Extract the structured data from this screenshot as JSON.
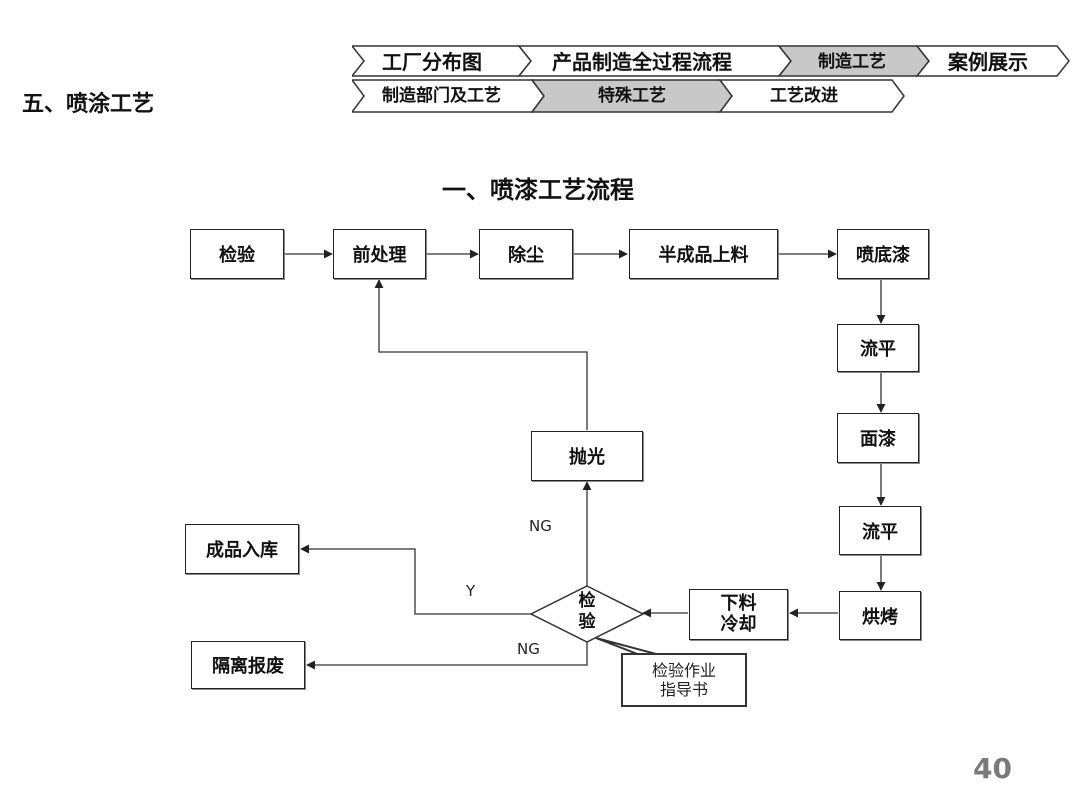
{
  "section": {
    "title": "五、喷涂工艺"
  },
  "breadcrumb": {
    "row1": [
      "工厂分布图",
      "产品制造全过程流程",
      "制造工艺",
      "案例展示"
    ],
    "row2": [
      "制造部门及工艺",
      "特殊工艺",
      "工艺改进"
    ],
    "active_fill": "#c8c8c8"
  },
  "diagram": {
    "title": "一、喷漆工艺流程",
    "nodes": {
      "inspect": "检验",
      "pretreat": "前处理",
      "dedust": "除尘",
      "load": "半成品上料",
      "primer": "喷底漆",
      "level1": "流平",
      "topcoat": "面漆",
      "level2": "流平",
      "bake": "烘烤",
      "cool_line1": "下料",
      "cool_line2": "冷却",
      "check_line1": "检",
      "check_line2": "验",
      "polish": "抛光",
      "store": "成品入库",
      "scrap": "隔离报废"
    },
    "labels": {
      "ng_up": "NG",
      "yes": "Y",
      "ng_down": "NG"
    },
    "callout": {
      "line1": "检验作业",
      "line2": "指导书"
    }
  },
  "page_number": "40"
}
